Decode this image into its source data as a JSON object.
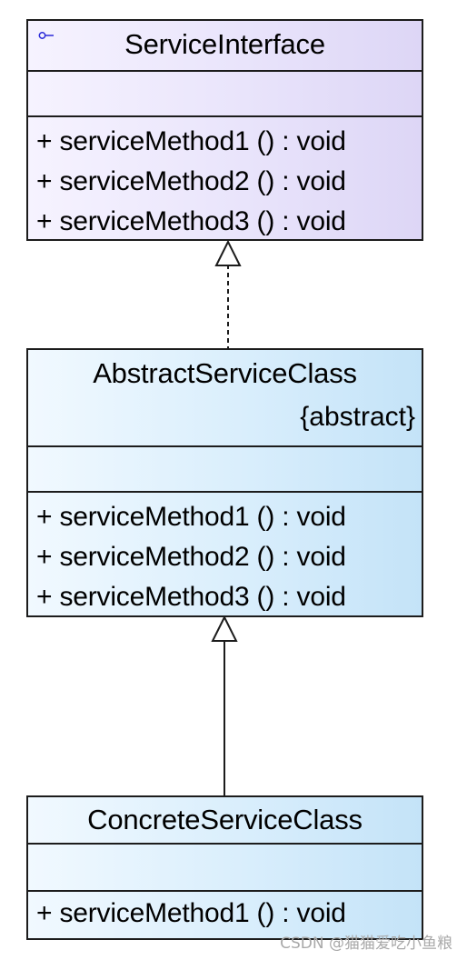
{
  "diagram": {
    "classes": [
      {
        "name": "ServiceInterface",
        "stereotype": "",
        "operations": [
          "+ serviceMethod1 () : void",
          "+ serviceMethod2 () : void",
          "+ serviceMethod3 () : void"
        ]
      },
      {
        "name": "AbstractServiceClass",
        "stereotype": "{abstract}",
        "operations": [
          "+ serviceMethod1 () : void",
          "+ serviceMethod2 () : void",
          "+ serviceMethod3 () : void"
        ]
      },
      {
        "name": "ConcreteServiceClass",
        "stereotype": "",
        "operations": [
          "+ serviceMethod1 () : void"
        ]
      }
    ],
    "relations": [
      {
        "from": "AbstractServiceClass",
        "to": "ServiceInterface",
        "type": "realization"
      },
      {
        "from": "ConcreteServiceClass",
        "to": "AbstractServiceClass",
        "type": "generalization"
      }
    ],
    "icons": {
      "interface": "interface-lollipop-icon"
    }
  },
  "watermark": "CSDN @猫猫爱吃小鱼粮",
  "colors": {
    "interface_fill": "#e9e4fb",
    "class_fill": "#d9eefc",
    "border": "#1c1c1c",
    "interface_icon": "#2b2bd9"
  }
}
